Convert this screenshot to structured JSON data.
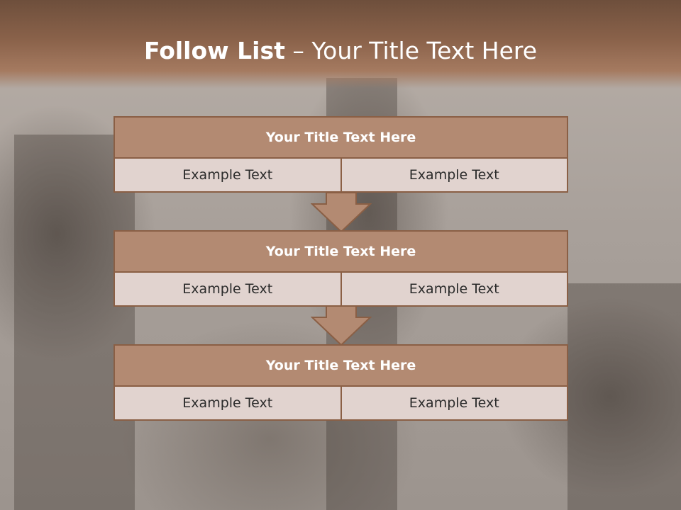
{
  "slide": {
    "title_bold": "Follow List",
    "title_rest": " – Your Title Text Here"
  },
  "blocks": [
    {
      "title": "Your Title Text Here",
      "left": "Example Text",
      "right": "Example Text"
    },
    {
      "title": "Your Title Text Here",
      "left": "Example Text",
      "right": "Example Text"
    },
    {
      "title": "Your Title Text Here",
      "left": "Example Text",
      "right": "Example Text"
    }
  ],
  "colors": {
    "header": "#8a624a",
    "block_border": "#8a5f45",
    "block_header": "#b38a72",
    "block_cell": "#e1d3cf",
    "arrow_fill": "#b38a72"
  }
}
